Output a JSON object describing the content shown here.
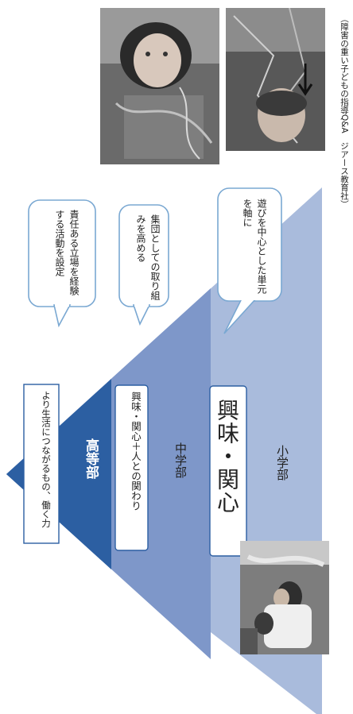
{
  "source_credit": "（障害の重い子どもの指導Q&A　ジアース教育社）",
  "tiers": {
    "high": {
      "label": "高等部",
      "goal": "より生活につながるもの、働く力",
      "note": "責任ある立場を経験する活動を設定"
    },
    "middle": {
      "label": "中学部",
      "goal": "興味・関心＋人との関わり",
      "note": "集団としての取り組みを高める"
    },
    "elementary": {
      "label": "小学部",
      "goal": "興味・関心",
      "note": "遊びを中心とした単元を軸に"
    }
  }
}
